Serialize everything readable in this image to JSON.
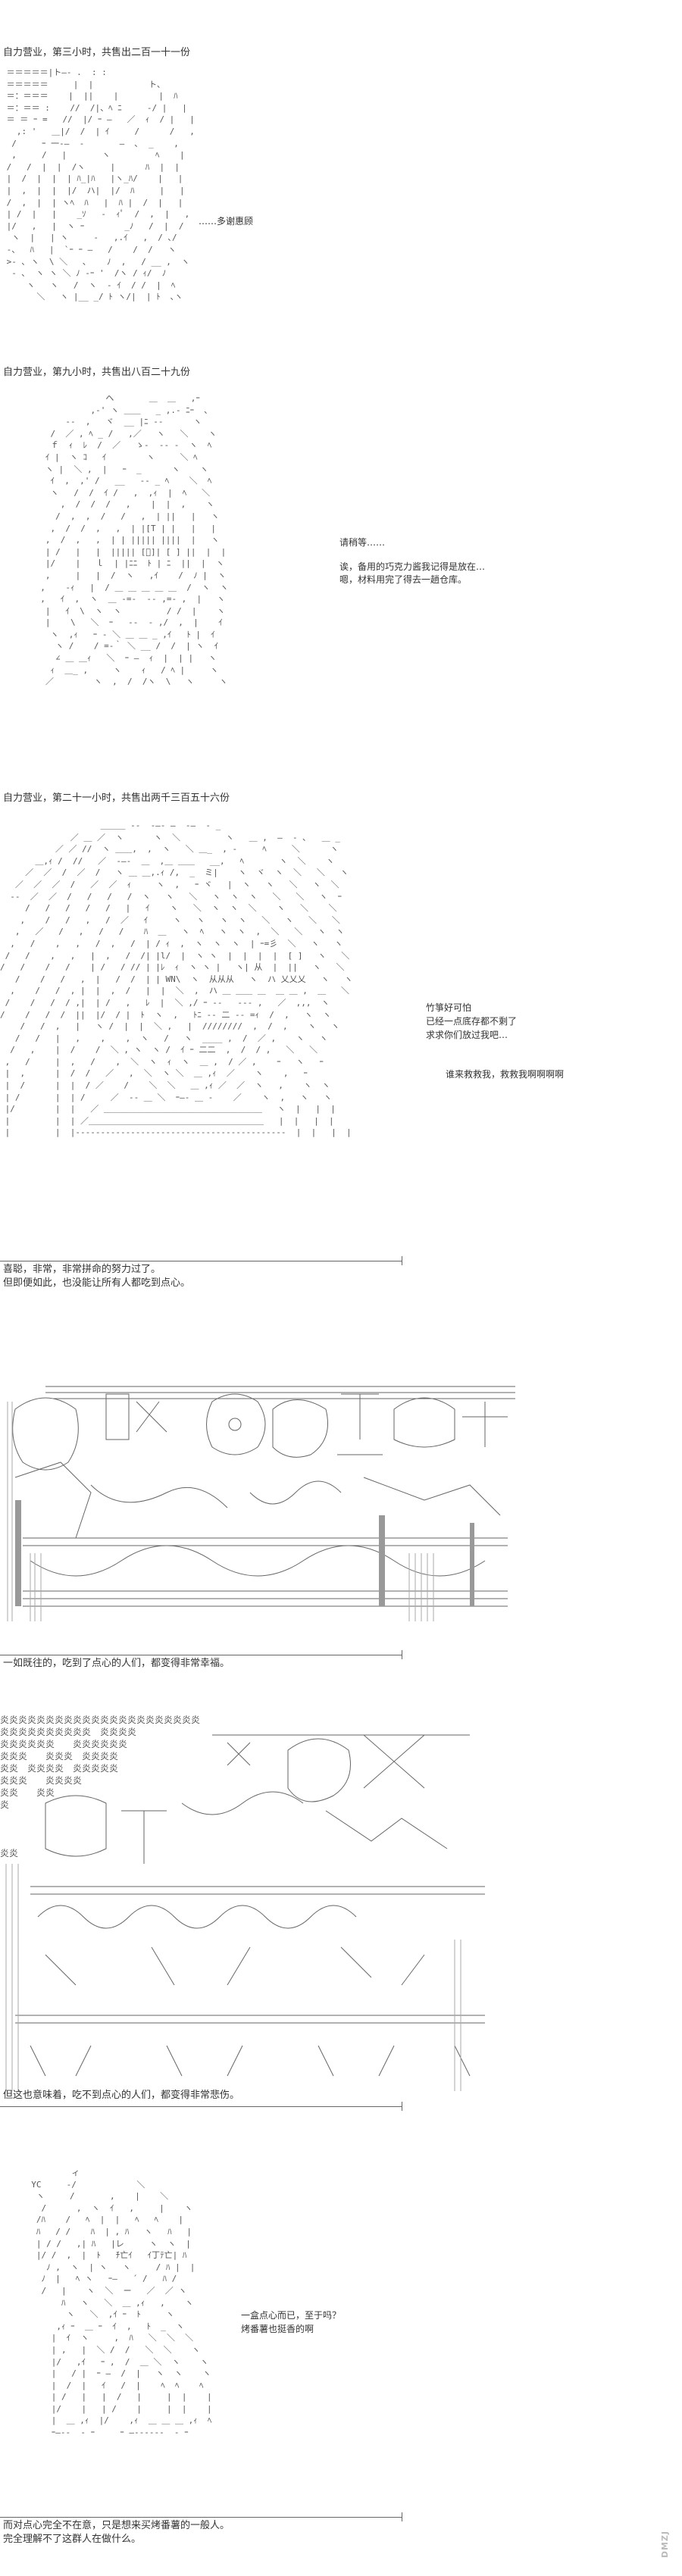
{
  "panels": [
    {
      "caption": "自力营业，第三小时，共售出二百一十一份",
      "speech": [
        "……多谢惠顾"
      ]
    },
    {
      "caption": "自力营业，第九小时，共售出八百二十九份",
      "speech": [
        "请稍等……",
        "诶，备用的巧克力酱我记得是放在…",
        "嗯，材料用完了得去一趟仓库。"
      ]
    },
    {
      "caption": "自力营业，第二十一小时，共售出两千三百五十六份",
      "speech": [
        "竹箏好可怕",
        "已经一点底存都不剩了",
        "求求你们放过我吧…",
        "谁来救救我，救救我啊啊啊啊"
      ],
      "narration": [
        "喜聪，非常，非常拼命的努力过了。",
        "但即便如此，也没能让所有人都吃到点心。"
      ]
    },
    {
      "narration": [
        "一如既往的，吃到了点心的人们，都变得非常幸福。"
      ]
    },
    {
      "narration": [
        "但这也意味着，吃不到点心的人们，都变得非常悲伤。"
      ]
    },
    {
      "speech": [
        "一盒点心而已，至于吗？",
        "烤番薯也挺香的啊"
      ],
      "narration": [
        "而对点心完全不在意，只是想来买烤番薯的一般人。",
        "完全理解不了这群人在做什么。"
      ]
    }
  ],
  "watermark": "DMZJ"
}
